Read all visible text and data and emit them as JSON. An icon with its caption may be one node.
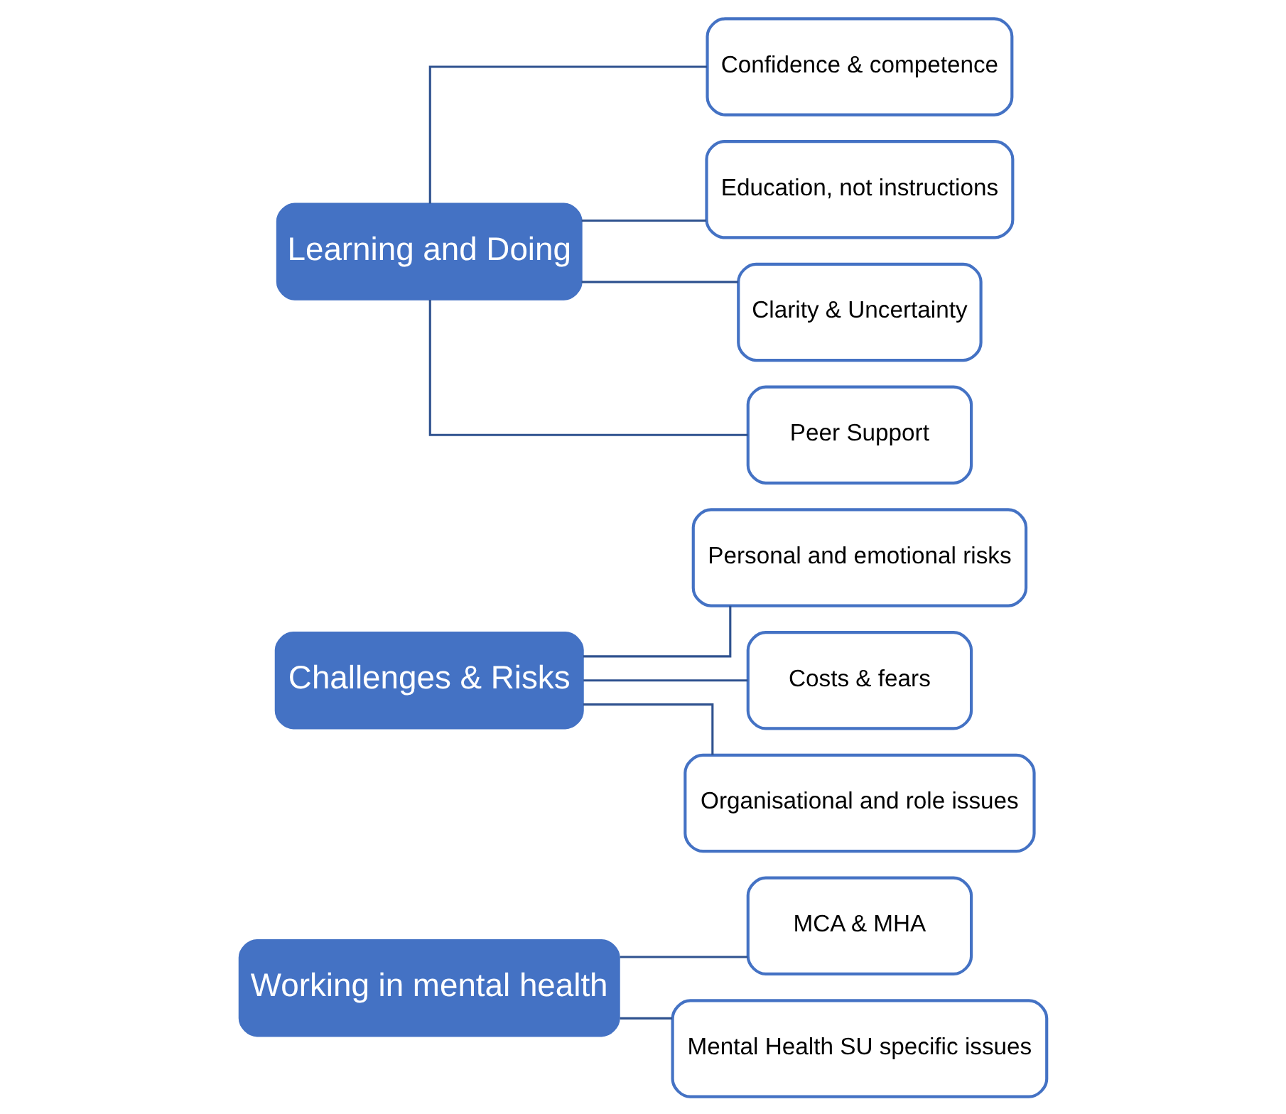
{
  "diagram": {
    "nodes": [
      {
        "text": [
          "Working in mental health"
        ]
      },
      {
        "text": [
          "MCA & MHA"
        ]
      },
      {
        "text": [
          "Mental Health SU specific issues"
        ]
      },
      {
        "text": [
          "Challenges & Risks"
        ]
      },
      {
        "text": [
          "Personal and emotional risks"
        ]
      },
      {
        "text": [
          "Costs & fears"
        ]
      },
      {
        "text": [
          "Organisational and role issues"
        ]
      },
      {
        "text": [
          "Learning and Doing"
        ]
      },
      {
        "text": [
          "Confidence & competence"
        ]
      },
      {
        "text": [
          "Education, not instructions"
        ]
      },
      {
        "text": [
          "Clarity & Uncertainty"
        ]
      },
      {
        "text": [
          "Peer Support"
        ]
      }
    ],
    "edges": [
      {
        "from": 0,
        "to": 1,
        "arrow": "none"
      },
      {
        "from": 0,
        "to": 2,
        "arrow": "none"
      },
      {
        "from": 3,
        "to": 4,
        "arrow": "none"
      },
      {
        "from": 3,
        "to": 5,
        "arrow": "none"
      },
      {
        "from": 3,
        "to": 6,
        "arrow": "none"
      },
      {
        "from": 7,
        "to": 8,
        "arrow": "none"
      },
      {
        "from": 7,
        "to": 9,
        "arrow": "none"
      },
      {
        "from": 7,
        "to": 10,
        "arrow": "none"
      },
      {
        "from": 7,
        "to": 11,
        "arrow": "none"
      }
    ]
  }
}
